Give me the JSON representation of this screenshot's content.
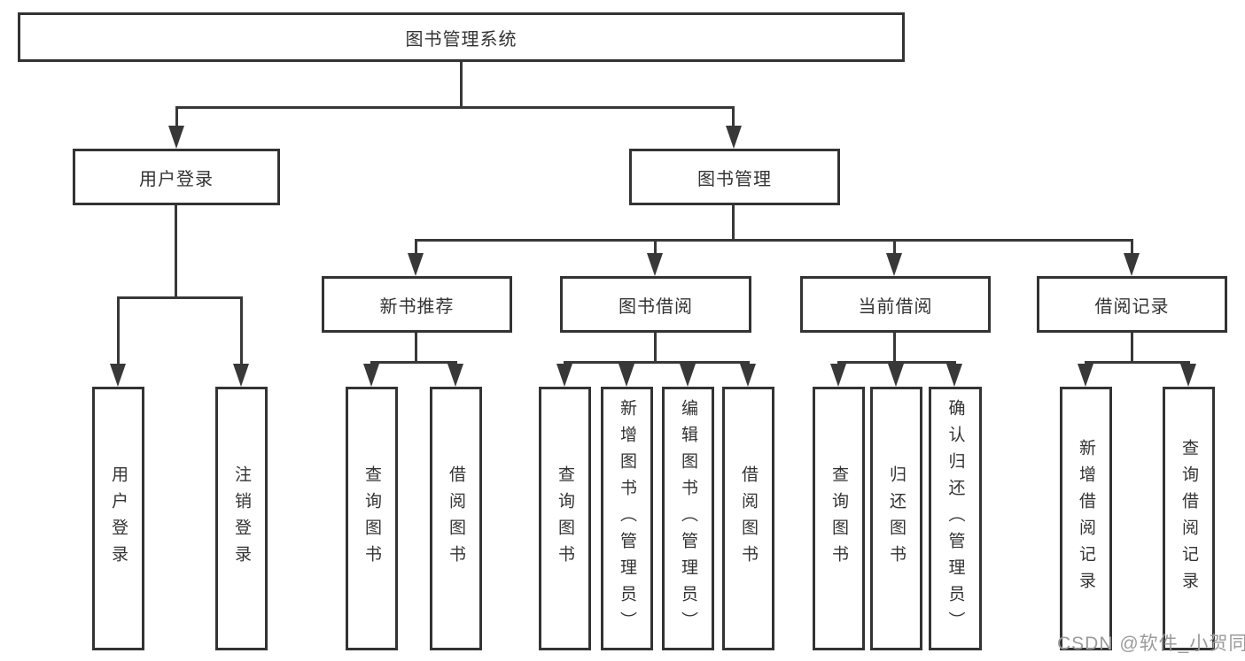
{
  "diagram": {
    "root": {
      "label": "图书管理系统"
    },
    "level2": [
      {
        "label": "用户登录"
      },
      {
        "label": "图书管理"
      }
    ],
    "level3": [
      {
        "label": "新书推荐"
      },
      {
        "label": "图书借阅"
      },
      {
        "label": "当前借阅"
      },
      {
        "label": "借阅记录"
      }
    ],
    "leaves": {
      "user_login": [
        {
          "label": "用户登录"
        },
        {
          "label": "注销登录"
        }
      ],
      "new_book_recommendation": [
        {
          "label": "查询图书"
        },
        {
          "label": "借阅图书"
        }
      ],
      "book_borrowing": [
        {
          "label": "查询图书"
        },
        {
          "label": "新增图书（管理员）"
        },
        {
          "label": "编辑图书（管理员）"
        },
        {
          "label": "借阅图书"
        }
      ],
      "current_borrowing": [
        {
          "label": "查询图书"
        },
        {
          "label": "归还图书"
        },
        {
          "label": "确认归还（管理员）"
        }
      ],
      "borrowing_records": [
        {
          "label": "新增借阅记录"
        },
        {
          "label": "查询借阅记录"
        }
      ]
    },
    "watermark": {
      "text": "CSDN @软件_小贺同学"
    },
    "colors": {
      "line": "#383838",
      "border": "#333333",
      "text": "#333333",
      "watermark": "#9b9b9b",
      "background": "#ffffff"
    }
  }
}
